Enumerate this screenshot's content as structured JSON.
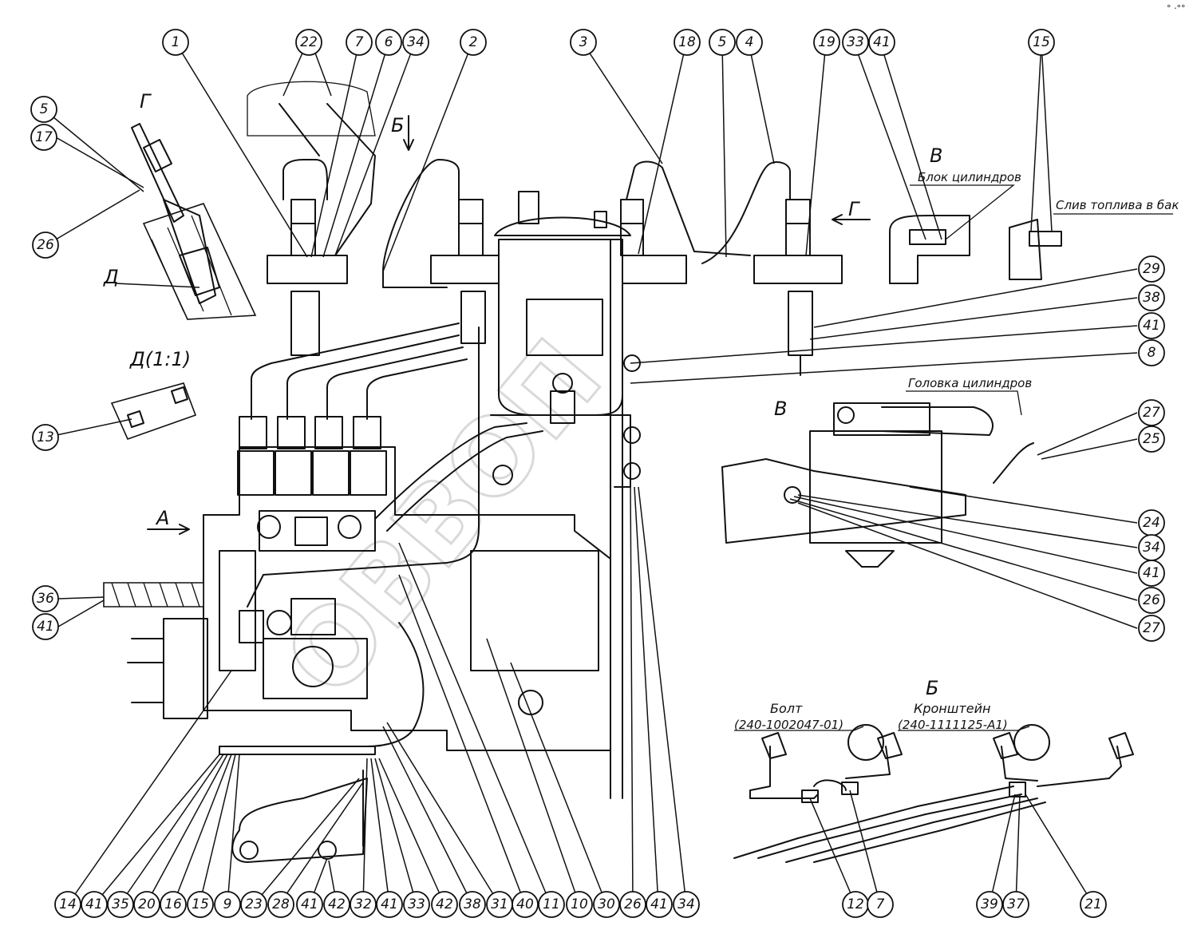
{
  "view_labels": {
    "g": "Г",
    "b": "Б",
    "v": "В",
    "d": "Д",
    "d_scale": "Д(1:1)",
    "a": "А",
    "b_detail": "Б",
    "v_detail": "В",
    "g_arrow": "Г"
  },
  "annotations": {
    "block": "Блок цилиндров",
    "drain": "Слив топлива в бак",
    "head": "Головка цилиндров",
    "bolt": "Болт",
    "bolt_code": "(240-1002047-01)",
    "bracket": "Кронштейн",
    "bracket_code": "(240-1111125-А1)"
  },
  "corner_mark": "° ·°°",
  "watermark": "ОВВОП",
  "callouts": {
    "top": [
      "1",
      "22",
      "7",
      "6",
      "34",
      "2",
      "3",
      "18",
      "5",
      "4",
      "19",
      "33",
      "41",
      "15"
    ],
    "left": [
      "5",
      "17",
      "26",
      "13",
      "36",
      "41"
    ],
    "right": [
      "29",
      "38",
      "41",
      "8",
      "27",
      "25",
      "24",
      "34",
      "41",
      "26",
      "27"
    ],
    "bottom": [
      "14",
      "41",
      "35",
      "20",
      "16",
      "15",
      "9",
      "23",
      "28",
      "41",
      "42",
      "32",
      "41",
      "33",
      "42",
      "38",
      "31",
      "40",
      "11",
      "10",
      "30",
      "26",
      "41",
      "34"
    ],
    "detail_b": [
      "12",
      "7",
      "39",
      "37",
      "21"
    ]
  }
}
